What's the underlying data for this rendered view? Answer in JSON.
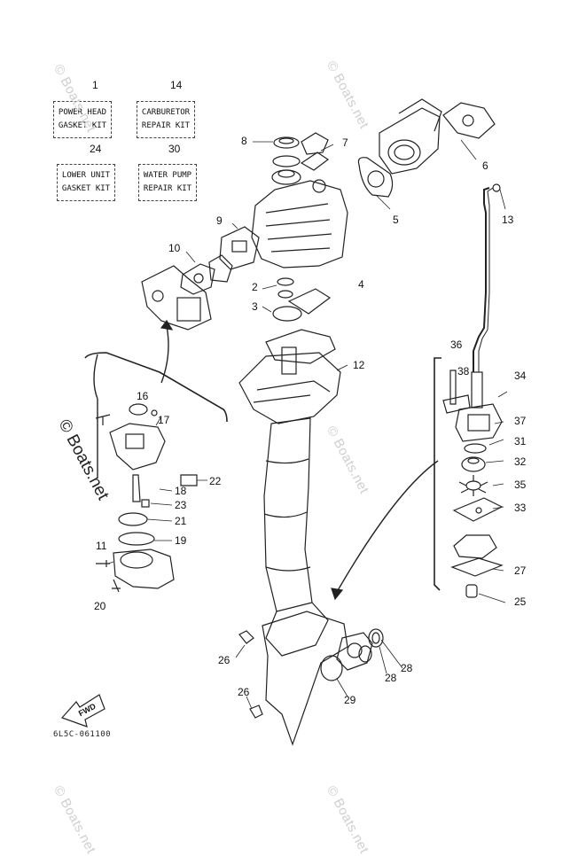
{
  "kits": {
    "power_head": {
      "number": "1",
      "line1": "POWER HEAD",
      "line2": "GASKET KIT"
    },
    "carburetor": {
      "number": "14",
      "line1": "CARBURETOR",
      "line2": "REPAIR KIT"
    },
    "lower_unit": {
      "number": "24",
      "line1": "LOWER UNIT",
      "line2": "GASKET KIT"
    },
    "water_pump": {
      "number": "30",
      "line1": "WATER PUMP",
      "line2": "REPAIR KIT"
    }
  },
  "callouts": [
    "8",
    "7",
    "6",
    "13",
    "5",
    "9",
    "10",
    "2",
    "4",
    "3",
    "12",
    "36",
    "38",
    "34",
    "16",
    "17",
    "37",
    "31",
    "32",
    "35",
    "33",
    "22",
    "18",
    "23",
    "21",
    "19",
    "11",
    "27",
    "20",
    "25",
    "26",
    "28",
    "28",
    "29",
    "26"
  ],
  "watermark": "© Boats.net",
  "fwd_label": "FWD",
  "drawing_code": "6L5C-061100"
}
